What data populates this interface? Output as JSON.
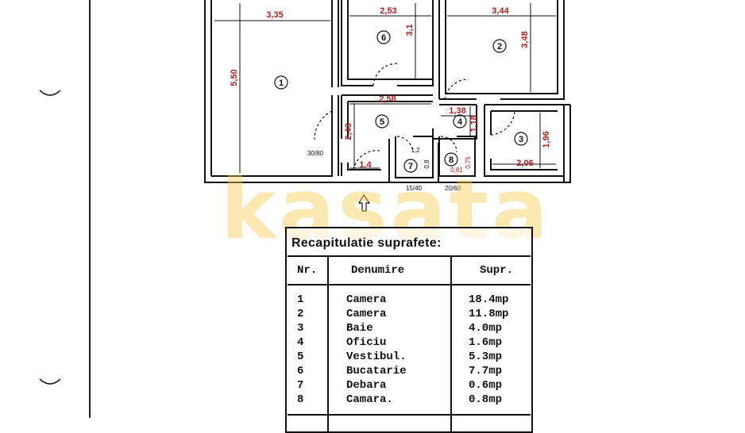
{
  "watermark": "kasata",
  "rooms": [
    {
      "id": "1",
      "dims": [
        "3,35",
        "5,50"
      ]
    },
    {
      "id": "2",
      "dims": [
        "3,44",
        "3,48"
      ]
    },
    {
      "id": "3",
      "dims": [
        "2,06",
        "1,96"
      ]
    },
    {
      "id": "4",
      "dims": [
        "1,38",
        "1,18"
      ]
    },
    {
      "id": "5",
      "dims": [
        "2,58",
        "2,43",
        "1,4"
      ]
    },
    {
      "id": "6",
      "dims": [
        "2,53",
        "3,1"
      ]
    },
    {
      "id": "7",
      "dims": [
        "1,2",
        "0,8"
      ]
    },
    {
      "id": "8",
      "dims": [
        "0,81",
        "0,75"
      ]
    }
  ],
  "openings": [
    "30/80",
    "15/40",
    "20/60"
  ],
  "summary": {
    "title": "Recapitulatie suprafete:",
    "headers": {
      "nr": "Nr.",
      "name": "Denumire",
      "area": "Supr."
    },
    "rows": [
      {
        "nr": "1",
        "name": "Camera",
        "area": "18.4mp"
      },
      {
        "nr": "2",
        "name": "Camera",
        "area": "11.8mp"
      },
      {
        "nr": "3",
        "name": "Baie",
        "area": "4.0mp"
      },
      {
        "nr": "4",
        "name": "Oficiu",
        "area": "1.6mp"
      },
      {
        "nr": "5",
        "name": "Vestibul.",
        "area": "5.3mp"
      },
      {
        "nr": "6",
        "name": "Bucatarie",
        "area": "7.7mp"
      },
      {
        "nr": "7",
        "name": "Debara",
        "area": "0.6mp"
      },
      {
        "nr": "8",
        "name": "Camara.",
        "area": "0.8mp"
      }
    ]
  },
  "colors": {
    "dimension": "#b51f1f",
    "wall": "#111111",
    "watermark": "#f8c846"
  }
}
